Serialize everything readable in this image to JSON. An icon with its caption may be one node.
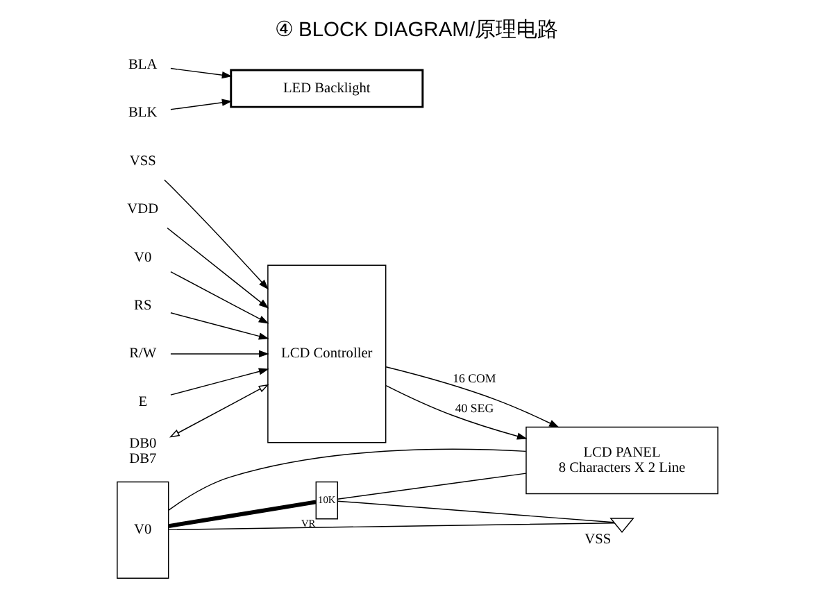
{
  "diagram": {
    "title": "④ BLOCK DIAGRAM/原理电路",
    "nodes": [
      {
        "text": [
          "VSS"
        ]
      },
      {
        "text": [
          "VDD"
        ]
      },
      {
        "text": [
          "V0"
        ]
      },
      {
        "text": [
          "RS"
        ]
      },
      {
        "text": [
          "R/W"
        ]
      },
      {
        "text": [
          "E"
        ]
      },
      {
        "text": [
          "LCD Controller"
        ]
      },
      {
        "text": [
          "DB0",
          "DB7"
        ]
      },
      {
        "text": [
          "LCD PANEL",
          "8 Characters X 2 Line"
        ]
      },
      {
        "text": [
          "BLA"
        ]
      },
      {
        "text": [
          "BLK"
        ]
      },
      {
        "text": [
          "LED Backlight"
        ]
      },
      {
        "text": [
          "V0"
        ]
      },
      {
        "text": [
          "10K"
        ],
        "beside": [
          "VR"
        ]
      },
      {
        "text": [],
        "shape": "triangle",
        "beside": [
          "VSS"
        ]
      }
    ],
    "edges": [
      {
        "from": 0,
        "to": 6,
        "arrow": "to"
      },
      {
        "from": 1,
        "to": 6,
        "arrow": "to"
      },
      {
        "from": 2,
        "to": 6,
        "arrow": "to"
      },
      {
        "from": 3,
        "to": 6,
        "arrow": "to"
      },
      {
        "from": 4,
        "to": 6,
        "arrow": "to"
      },
      {
        "from": 5,
        "to": 6,
        "arrow": "to"
      },
      {
        "from": 7,
        "to": 6,
        "arrow": "both"
      },
      {
        "from": 6,
        "to": 8,
        "arrow": "to",
        "label": "16 COM"
      },
      {
        "from": 6,
        "to": 8,
        "arrow": "to",
        "label": "40 SEG"
      },
      {
        "from": 9,
        "to": 11,
        "arrow": "to"
      },
      {
        "from": 10,
        "to": 11,
        "arrow": "to"
      },
      {
        "from": 12,
        "to": 8,
        "arrow": "none"
      },
      {
        "from": 12,
        "to": 13,
        "arrow": "none",
        "style": "thick"
      },
      {
        "from": 13,
        "to": 8,
        "arrow": "none"
      },
      {
        "from": 12,
        "to": 14,
        "arrow": "none"
      },
      {
        "from": 13,
        "to": 14,
        "arrow": "none"
      }
    ]
  }
}
